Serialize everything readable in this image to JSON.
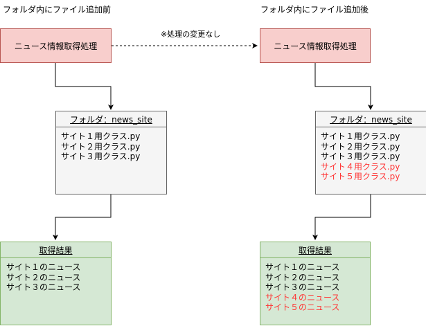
{
  "before": {
    "caption": "フォルダ内にファイル追加前",
    "process_label": "ニュース情報取得処理",
    "folder": {
      "title": "フォルダ：news_site",
      "files": [
        {
          "name": "サイト１用クラス.py",
          "highlight": false
        },
        {
          "name": "サイト２用クラス.py",
          "highlight": false
        },
        {
          "name": "サイト３用クラス.py",
          "highlight": false
        }
      ]
    },
    "result": {
      "title": "取得結果",
      "items": [
        {
          "text": "サイト１のニュース",
          "highlight": false
        },
        {
          "text": "サイト２のニュース",
          "highlight": false
        },
        {
          "text": "サイト３のニュース",
          "highlight": false
        }
      ]
    }
  },
  "after": {
    "caption": "フォルダ内にファイル追加後",
    "process_label": "ニュース情報取得処理",
    "folder": {
      "title": "フォルダ：news_site",
      "files": [
        {
          "name": "サイト１用クラス.py",
          "highlight": false
        },
        {
          "name": "サイト２用クラス.py",
          "highlight": false
        },
        {
          "name": "サイト３用クラス.py",
          "highlight": false
        },
        {
          "name": "サイト４用クラス.py",
          "highlight": true
        },
        {
          "name": "サイト５用クラス.py",
          "highlight": true
        }
      ]
    },
    "result": {
      "title": "取得結果",
      "items": [
        {
          "text": "サイト１のニュース",
          "highlight": false
        },
        {
          "text": "サイト２のニュース",
          "highlight": false
        },
        {
          "text": "サイト３のニュース",
          "highlight": false
        },
        {
          "text": "サイト４のニュース",
          "highlight": true
        },
        {
          "text": "サイト５のニュース",
          "highlight": true
        }
      ]
    }
  },
  "connector_label": "※処理の変更なし",
  "colors": {
    "process_fill": "#f8cecc",
    "process_stroke": "#b85450",
    "folder_fill": "#f5f5f5",
    "folder_stroke": "#666666",
    "result_fill": "#d5e8d4",
    "result_stroke": "#82b366",
    "highlight_text": "#ff3333"
  }
}
